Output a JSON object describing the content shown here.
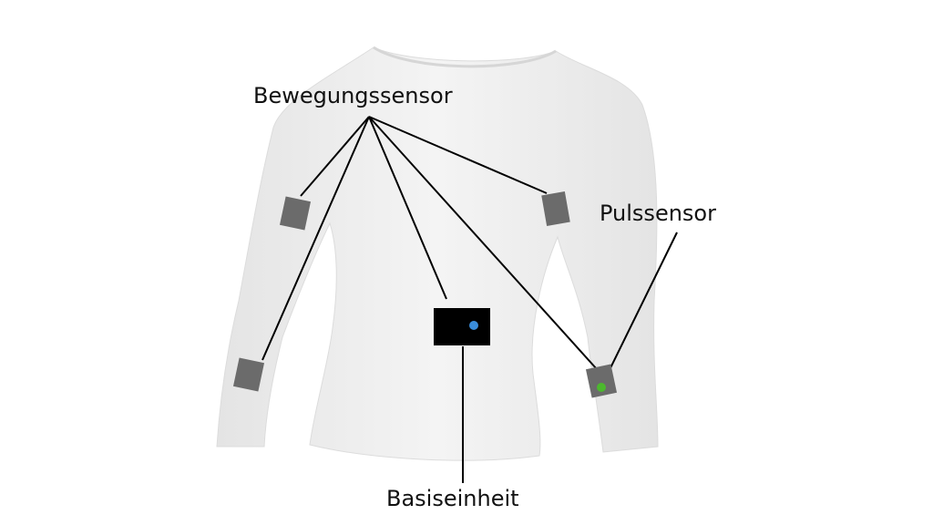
{
  "labels": {
    "motion_sensor": "Bewegungssensor",
    "pulse_sensor": "Pulssensor",
    "base_unit": "Basiseinheit"
  },
  "colors": {
    "shirt": "#ededed",
    "sensor": "#6b6b6b",
    "base_unit": "#000000",
    "base_led": "#3a8ddb",
    "pulse_led": "#4cb82e"
  }
}
